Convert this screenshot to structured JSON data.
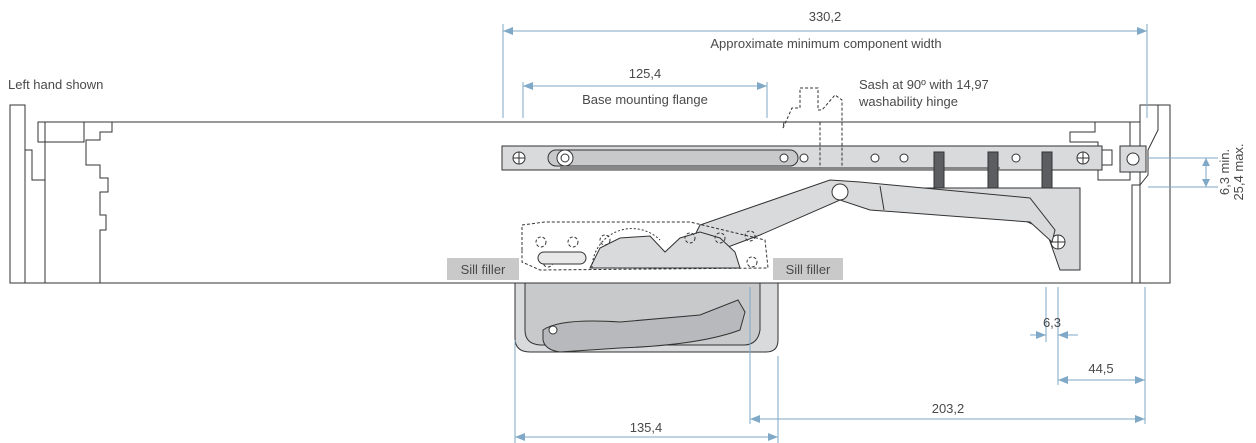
{
  "labels": {
    "orientation": "Left hand shown",
    "sash_line1": "Sash at 90º with 14,97",
    "sash_line2": "washability hinge",
    "sill_filler_left": "Sill filler",
    "sill_filler_right": "Sill filler"
  },
  "dimensions": {
    "overall_value": "330,2",
    "overall_caption": "Approximate minimum component width",
    "flange_value": "125,4",
    "flange_caption": "Base mounting flange",
    "gap_min": "6,3 min.",
    "gap_max": "25,4 max.",
    "small_offset": "6,3",
    "right_offset": "44,5",
    "operator_width": "135,4",
    "operator_to_edge": "203,2"
  },
  "colors": {
    "dimension_line": "#7fa9c6",
    "part_fill": "#d9dadc",
    "frame_fill": "#ffffff",
    "sill_tag_bg": "#c9c9c9"
  }
}
